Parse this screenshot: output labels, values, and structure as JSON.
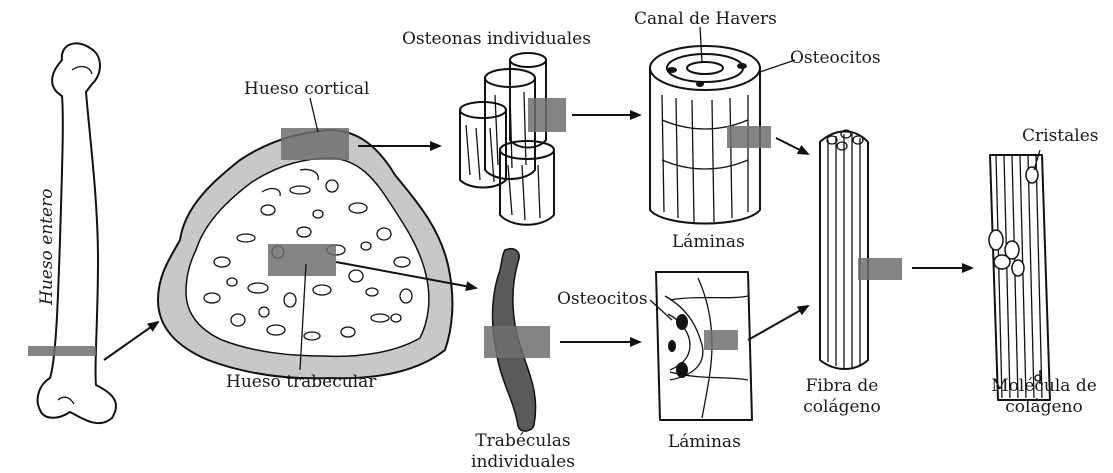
{
  "labels": {
    "hueso_entero": "Hueso entero",
    "hueso_cortical": "Hueso cortical",
    "hueso_trabecular": "Hueso trabecular",
    "osteonas_individuales": "Osteonas individuales",
    "canal_de_havers": "Canal de Havers",
    "osteocitos_top": "Osteocitos",
    "laminas_top": "Láminas",
    "osteocitos_bottom": "Osteocitos",
    "laminas_bottom": "Láminas",
    "trabeculas_line1": "Trabéculas",
    "trabeculas_line2": "individuales",
    "fibra_line1": "Fibra de",
    "fibra_line2": "colágeno",
    "cristales": "Cristales",
    "molecula_line1": "Molécula de",
    "molecula_line2": "colágeno"
  },
  "colors": {
    "ink": "#111111",
    "highlight": "#6f6f6f",
    "cortex_fill": "#c8c8c8",
    "trabecula_fill": "#5a5a5a"
  }
}
